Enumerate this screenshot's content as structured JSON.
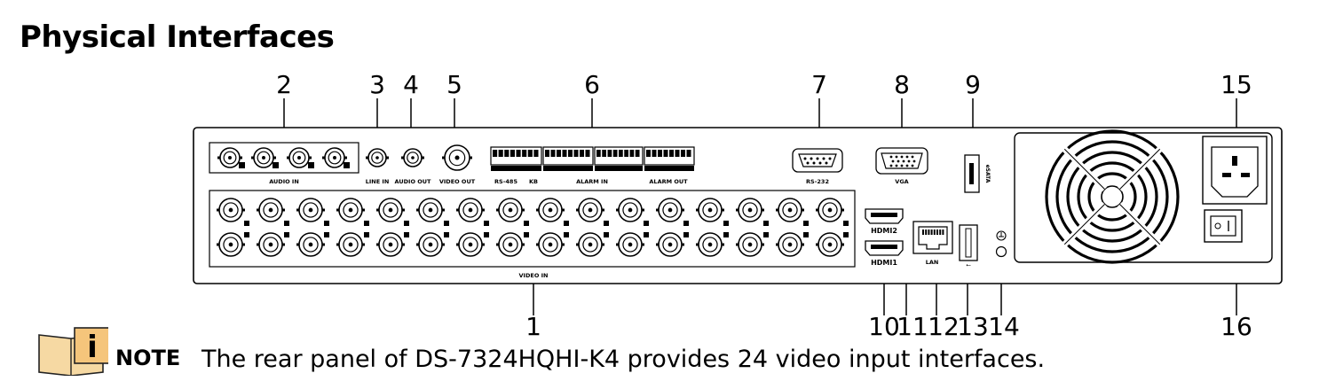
{
  "title": "Physical Interfaces",
  "callouts": {
    "c1": "1",
    "c2": "2",
    "c3": "3",
    "c4": "4",
    "c5": "5",
    "c6": "6",
    "c7": "7",
    "c8": "8",
    "c9": "9",
    "c10": "10",
    "c11": "11",
    "c12": "12",
    "c13": "13",
    "c14": "14",
    "c15": "15",
    "c16": "16"
  },
  "panel_labels": {
    "audio_in": "AUDIO IN",
    "line_in": "LINE IN",
    "audio_out": "AUDIO OUT",
    "video_out": "VIDEO OUT",
    "rs485": "RS-485",
    "kb": "KB",
    "alarm_in": "ALARM IN",
    "alarm_out": "ALARM OUT",
    "rs232": "RS-232",
    "vga": "VGA",
    "esata": "eSATA",
    "video_in": "VIDEO IN",
    "hdmi2": "HDMI2",
    "hdmi1": "HDMI1",
    "lan": "LAN"
  },
  "note": {
    "label": "NOTE",
    "text": "The rear panel of DS-7324HQHI-K4 provides 24 video input interfaces."
  }
}
